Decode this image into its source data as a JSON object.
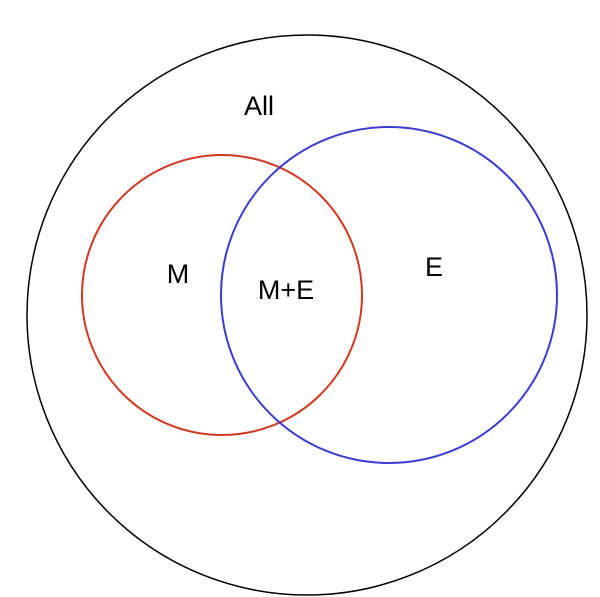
{
  "diagram": {
    "type": "venn",
    "sets": [
      {
        "id": "all",
        "label": "All",
        "color": "#000000"
      },
      {
        "id": "m",
        "label": "M",
        "color": "#d03a22"
      },
      {
        "id": "e",
        "label": "E",
        "color": "#3b3bd0"
      }
    ],
    "intersections": [
      {
        "sets": [
          "m",
          "e"
        ],
        "label": "M+E"
      }
    ]
  }
}
